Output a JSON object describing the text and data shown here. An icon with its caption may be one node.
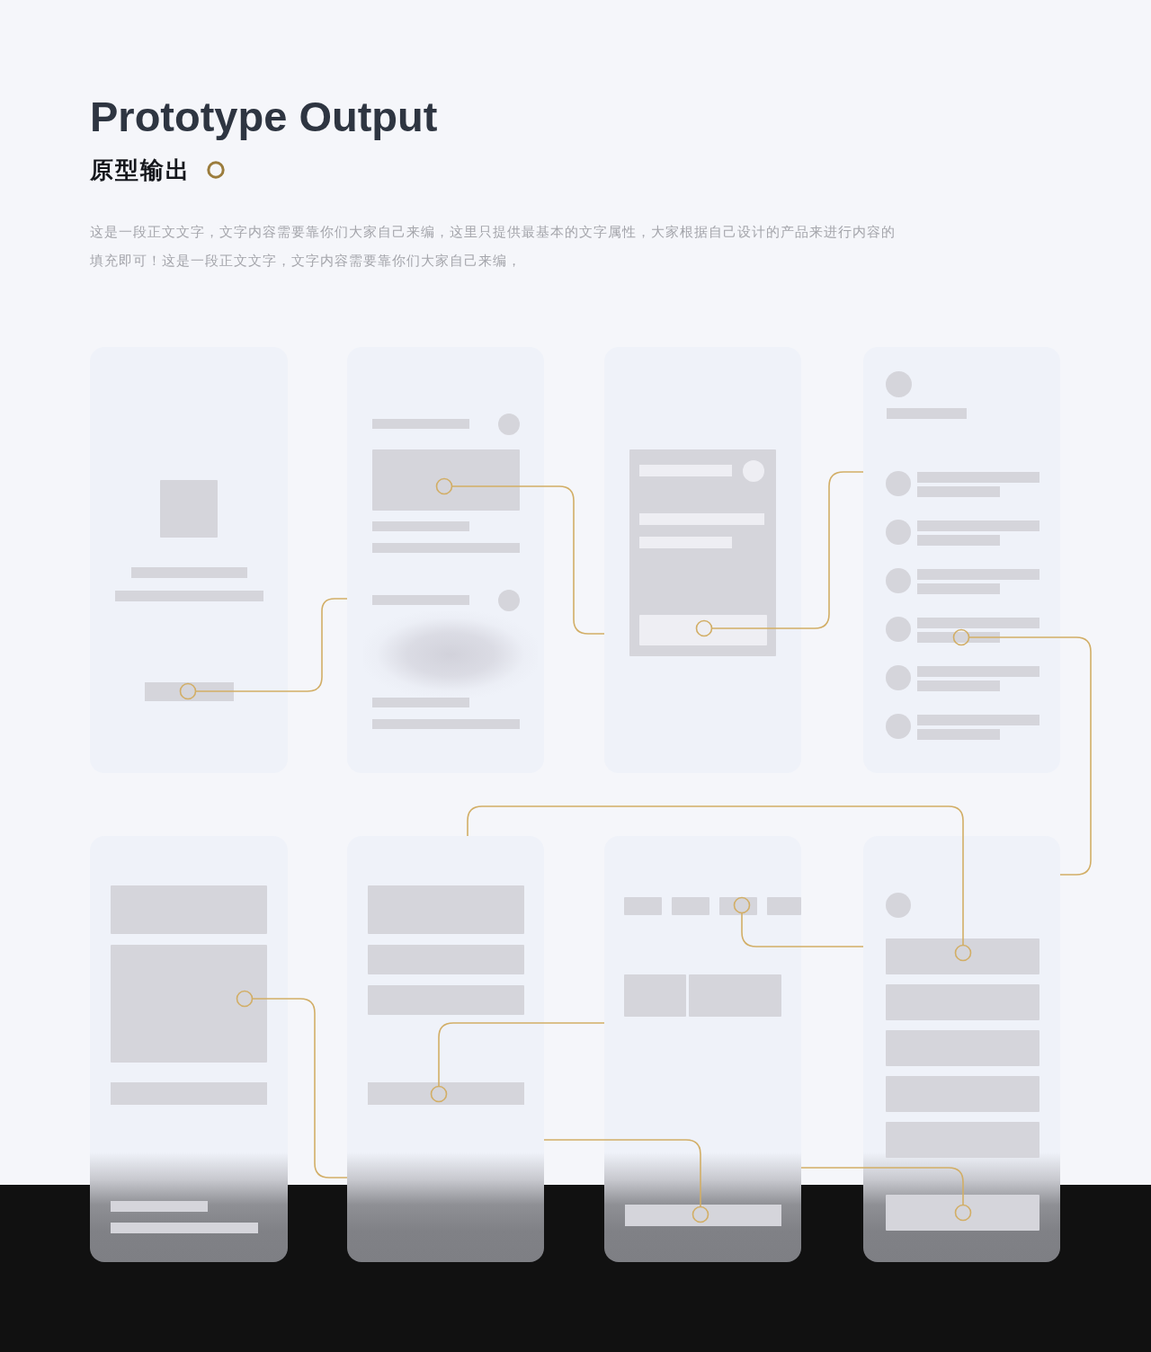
{
  "diagram": {
    "title": "Prototype Output",
    "nodes": [
      {
        "text": [],
        "shape": "box"
      },
      {
        "text": [],
        "shape": "box",
        "in": 0
      },
      {
        "text": [],
        "shape": "bar",
        "in": 0
      },
      {
        "text": [],
        "shape": "bar",
        "in": 0
      },
      {
        "text": [],
        "shape": "bar",
        "in": 0
      },
      {
        "text": [],
        "shape": "box"
      },
      {
        "text": [],
        "shape": "bar",
        "in": 5
      },
      {
        "text": [],
        "shape": "circle",
        "in": 5
      },
      {
        "text": [],
        "shape": "box",
        "in": 5
      },
      {
        "text": [],
        "shape": "bar",
        "in": 5
      },
      {
        "text": [],
        "shape": "bar",
        "in": 5
      },
      {
        "text": [],
        "shape": "bar",
        "in": 5
      },
      {
        "text": [],
        "shape": "circle",
        "in": 5
      },
      {
        "text": [],
        "shape": "blur",
        "in": 5
      },
      {
        "text": [],
        "shape": "bar",
        "in": 5
      },
      {
        "text": [],
        "shape": "bar",
        "in": 5
      },
      {
        "text": [],
        "shape": "box"
      },
      {
        "text": [],
        "shape": "box",
        "in": 16
      },
      {
        "text": [],
        "shape": "bar",
        "in": 17
      },
      {
        "text": [],
        "shape": "circle",
        "in": 17
      },
      {
        "text": [],
        "shape": "bar",
        "in": 17
      },
      {
        "text": [],
        "shape": "bar",
        "in": 17
      },
      {
        "text": [],
        "shape": "box",
        "in": 17
      },
      {
        "text": [],
        "shape": "box"
      },
      {
        "text": [],
        "shape": "circle",
        "in": 23
      },
      {
        "text": [],
        "shape": "bar",
        "in": 23
      },
      {
        "text": [],
        "shape": "circle",
        "in": 23
      },
      {
        "text": [],
        "shape": "bar",
        "in": 23
      },
      {
        "text": [],
        "shape": "bar",
        "in": 23
      },
      {
        "text": [],
        "shape": "circle",
        "in": 23
      },
      {
        "text": [],
        "shape": "bar",
        "in": 23
      },
      {
        "text": [],
        "shape": "bar",
        "in": 23
      },
      {
        "text": [],
        "shape": "circle",
        "in": 23
      },
      {
        "text": [],
        "shape": "bar",
        "in": 23
      },
      {
        "text": [],
        "shape": "bar",
        "in": 23
      },
      {
        "text": [],
        "shape": "circle",
        "in": 23
      },
      {
        "text": [],
        "shape": "bar",
        "in": 23
      },
      {
        "text": [],
        "shape": "bar",
        "in": 23
      },
      {
        "text": [],
        "shape": "circle",
        "in": 23
      },
      {
        "text": [],
        "shape": "bar",
        "in": 23
      },
      {
        "text": [],
        "shape": "bar",
        "in": 23
      },
      {
        "text": [],
        "shape": "circle",
        "in": 23
      },
      {
        "text": [],
        "shape": "bar",
        "in": 23
      },
      {
        "text": [],
        "shape": "bar",
        "in": 23
      },
      {
        "text": [],
        "shape": "box"
      },
      {
        "text": [],
        "shape": "box",
        "in": 44
      },
      {
        "text": [],
        "shape": "box",
        "in": 44
      },
      {
        "text": [],
        "shape": "bar",
        "in": 44
      },
      {
        "text": [],
        "shape": "bar",
        "in": 44
      },
      {
        "text": [],
        "shape": "bar",
        "in": 44
      },
      {
        "text": [],
        "shape": "box"
      },
      {
        "text": [],
        "shape": "box",
        "in": 50
      },
      {
        "text": [],
        "shape": "box",
        "in": 50
      },
      {
        "text": [],
        "shape": "box",
        "in": 50
      },
      {
        "text": [],
        "shape": "bar",
        "in": 50
      },
      {
        "text": [],
        "shape": "box"
      },
      {
        "text": [],
        "shape": "box",
        "in": 55
      },
      {
        "text": [],
        "shape": "box",
        "in": 55
      },
      {
        "text": [],
        "shape": "box",
        "in": 55
      },
      {
        "text": [],
        "shape": "box",
        "in": 55
      },
      {
        "text": [],
        "shape": "box",
        "in": 55
      },
      {
        "text": [],
        "shape": "box",
        "in": 55
      },
      {
        "text": [],
        "shape": "bar",
        "in": 55
      },
      {
        "text": [],
        "shape": "box"
      },
      {
        "text": [],
        "shape": "circle",
        "in": 63
      },
      {
        "text": [],
        "shape": "box",
        "in": 63
      },
      {
        "text": [],
        "shape": "box",
        "in": 63
      },
      {
        "text": [],
        "shape": "box",
        "in": 63
      },
      {
        "text": [],
        "shape": "box",
        "in": 63
      },
      {
        "text": [],
        "shape": "box",
        "in": 63
      },
      {
        "text": [],
        "shape": "box",
        "in": 63
      }
    ],
    "edges": [
      {
        "from": 4,
        "to": 5,
        "arrow": "other"
      },
      {
        "from": 8,
        "to": 16,
        "arrow": "other"
      },
      {
        "from": 22,
        "to": 23,
        "arrow": "other"
      },
      {
        "from": 37,
        "to": 63,
        "arrow": "other"
      },
      {
        "from": 65,
        "to": 50,
        "arrow": "other"
      },
      {
        "from": 58,
        "to": 63,
        "arrow": "other"
      },
      {
        "from": 54,
        "to": 55,
        "arrow": "other"
      },
      {
        "from": 46,
        "to": 50,
        "arrow": "other"
      },
      {
        "from": 62,
        "to": 50,
        "arrow": "other"
      },
      {
        "from": 70,
        "to": 55,
        "arrow": "other"
      }
    ],
    "labels": [
      "原型输出",
      "这是一段正文文字，文字内容需要靠你们大家自己来编，这里只提供最基本的文字属性，大家根据自己设计的产品来进行内容的填充即可！这是一段正文文字，文字内容需要靠你们大家自己来编，"
    ]
  }
}
